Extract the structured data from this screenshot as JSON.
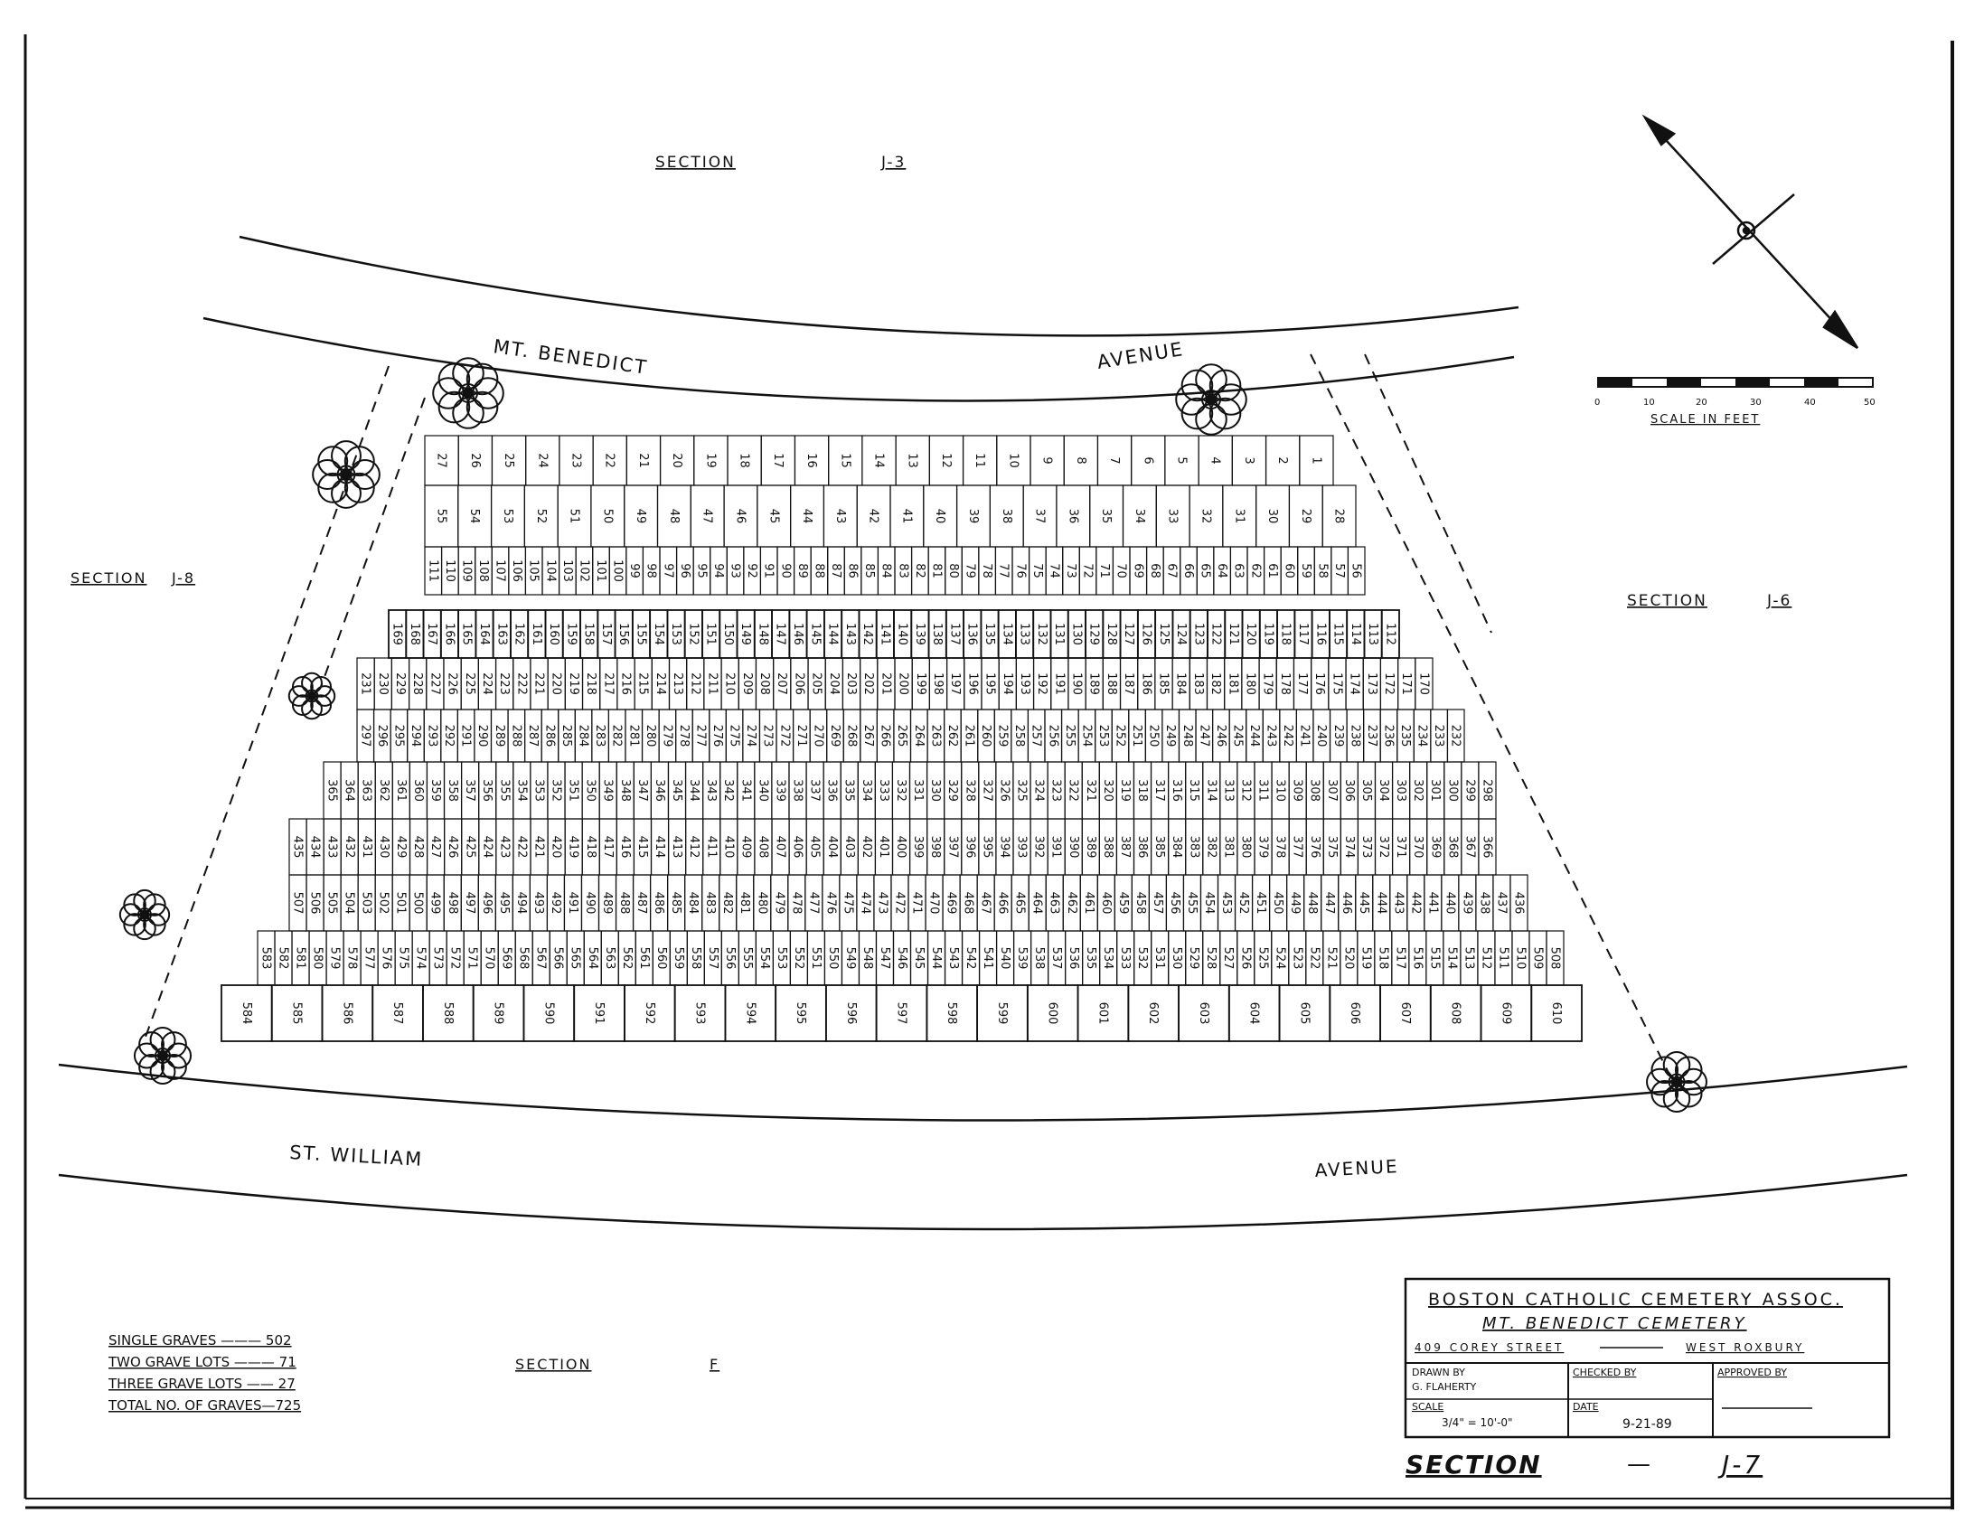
{
  "labels": {
    "section_top": "SECTION",
    "section_top_id": "J-3",
    "section_left": "SECTION",
    "section_left_id": "J-8",
    "section_right": "SECTION",
    "section_right_id": "J-6",
    "section_bottom": "SECTION",
    "section_bottom_id": "F",
    "street_top_a": "MT. BENEDICT",
    "street_top_b": "AVENUE",
    "street_bottom_a": "ST. WILLIAM",
    "street_bottom_b": "AVENUE",
    "scale_caption": "SCALE IN FEET",
    "scale_ticks": [
      "0",
      "10",
      "20",
      "30",
      "40",
      "50"
    ]
  },
  "legend": [
    "SINGLE GRAVES ——— 502",
    "TWO GRAVE LOTS ——— 71",
    "THREE GRAVE LOTS —— 27",
    "TOTAL NO. OF GRAVES—725"
  ],
  "title_block": {
    "org": "BOSTON CATHOLIC CEMETERY ASSOC.",
    "cemetery": "MT. BENEDICT CEMETERY",
    "address_left": "409 COREY STREET",
    "address_right": "WEST ROXBURY",
    "drawn_by_label": "DRAWN BY",
    "drawn_by_value": "G. FLAHERTY",
    "checked_by_label": "CHECKED BY",
    "approved_by_label": "APPROVED BY",
    "scale_label": "SCALE",
    "scale_value": "3/4\" = 10'-0\"",
    "date_label": "DATE",
    "date_value": "9-21-89"
  },
  "section_title": {
    "word": "SECTION",
    "dash": "—",
    "id": "J-7"
  },
  "grave_rows": [
    {
      "first": 27,
      "last": 1,
      "step": -1
    },
    {
      "first": 55,
      "last": 28,
      "step": -1
    },
    {
      "first": 111,
      "last": 56,
      "step": -1
    },
    {
      "first": 169,
      "last": 112,
      "step": -1
    },
    {
      "first": 231,
      "last": 170,
      "step": -1
    },
    {
      "first": 297,
      "last": 232,
      "step": -1
    },
    {
      "first": 365,
      "last": 298,
      "step": -1
    },
    {
      "first": 435,
      "last": 366,
      "step": -1
    },
    {
      "first": 507,
      "last": 436,
      "step": -1
    },
    {
      "first": 583,
      "last": 508,
      "step": -1
    },
    {
      "first": 584,
      "last": 610,
      "step": 1
    }
  ],
  "colors": {
    "ink": "#111111",
    "paper": "#ffffff"
  }
}
